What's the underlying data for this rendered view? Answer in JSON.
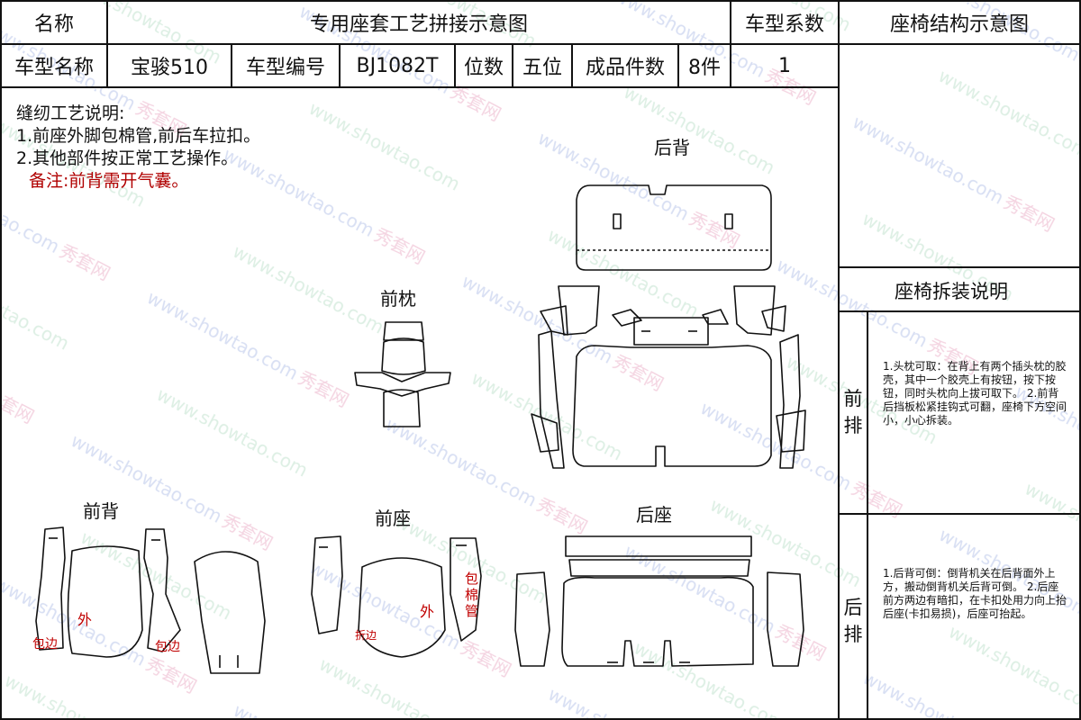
{
  "header": {
    "name_label": "名称",
    "doc_title": "专用座套工艺拼接示意图",
    "coef_label": "车型系数",
    "struct_title": "座椅结构示意图",
    "car_name_label": "车型名称",
    "car_name": "宝骏510",
    "car_code_label": "车型编号",
    "car_code": "BJ1082T",
    "seats_label": "位数",
    "seats": "五位",
    "pieces_label": "成品件数",
    "pieces": "8件",
    "coef": "1"
  },
  "notes": {
    "title": "缝纫工艺说明:",
    "line1": "1.前座外脚包棉管,前后车拉扣。",
    "line2": "2.其他部件按正常工艺操作。",
    "remark": "备注:前背需开气囊。"
  },
  "labels": {
    "rear_back": "后背",
    "front_headrest": "前枕",
    "front_back": "前背",
    "front_seat": "前座",
    "rear_seat": "后座",
    "wrap_edge_left": "包边",
    "outer_left": "外",
    "wrap_edge_right": "包边",
    "fold_edge": "折边",
    "outer_right": "外",
    "cotton_tube": "包棉管"
  },
  "side": {
    "disassembly_title": "座椅拆装说明",
    "front_row_label": "前排",
    "front_instructions": "1.头枕可取：在背上有两个插头枕的胶壳，其中一个胶壳上有按钮，按下按钮，同时头枕向上拔可取下。 2.前背后挡板松紧挂钩式可翻，座椅下方空间小，小心拆装。",
    "rear_row_label": "后排",
    "rear_instructions": "1.后背可倒：倒背机关在后背面外上方，搬动倒背机关后背可倒。 2.后座前方两边有暗扣，在卡扣处用力向上抬后座(卡扣易损)，后座可抬起。"
  },
  "watermark": "www.showtao.com",
  "watermark_cn": "秀套网",
  "colors": {
    "remark": "#b00000",
    "line": "#111111"
  }
}
